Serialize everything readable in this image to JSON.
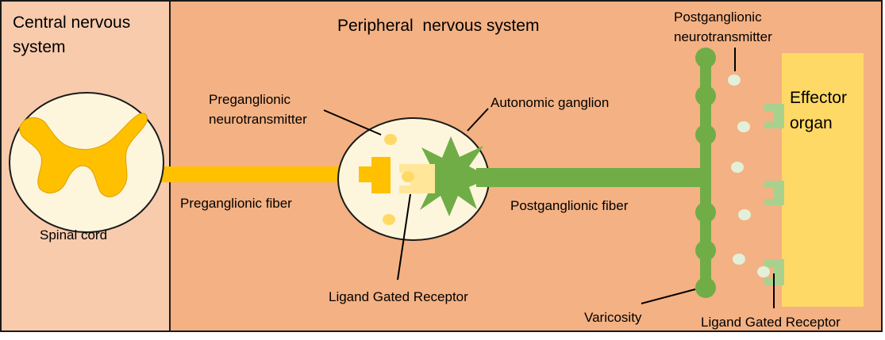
{
  "regions": {
    "cns": {
      "title_line1": "Central nervous",
      "title_line2": "system"
    },
    "pns": {
      "title": "Peripheral  nervous system"
    }
  },
  "labels": {
    "spinal_cord": "Spinal cord",
    "preganglionic_nt_line1": "Preganglionic",
    "preganglionic_nt_line2": "neurotransmitter",
    "autonomic_ganglion": "Autonomic ganglion",
    "preganglionic_fiber": "Preganglionic fiber",
    "postganglionic_fiber": "Postganglionic fiber",
    "ligand_receptor_ganglion": "Ligand Gated Receptor",
    "postganglionic_nt_line1": "Postganglionic",
    "postganglionic_nt_line2": "neurotransmitter",
    "effector_line1": "Effector",
    "effector_line2": "organ",
    "varicosity": "Varicosity",
    "ligand_receptor_effector": "Ligand Gated Receptor"
  },
  "colors": {
    "cns_bg": "#f8cbad",
    "pns_bg": "#f4b183",
    "border": "#1a1a1a",
    "spinal_bg": "#fdf6dc",
    "gray_matter": "#ffc000",
    "pre_fiber": "#ffc000",
    "ganglion_bg": "#fdf6dc",
    "post_fiber": "#70ad47",
    "ganglion_star": "#70ad47",
    "receptor_ganglion": "#ffe699",
    "pre_vesicle": "#ffd966",
    "effector": "#ffd966",
    "effector_receptor": "#a9d18e",
    "post_vesicle": "#e2f0d9"
  }
}
